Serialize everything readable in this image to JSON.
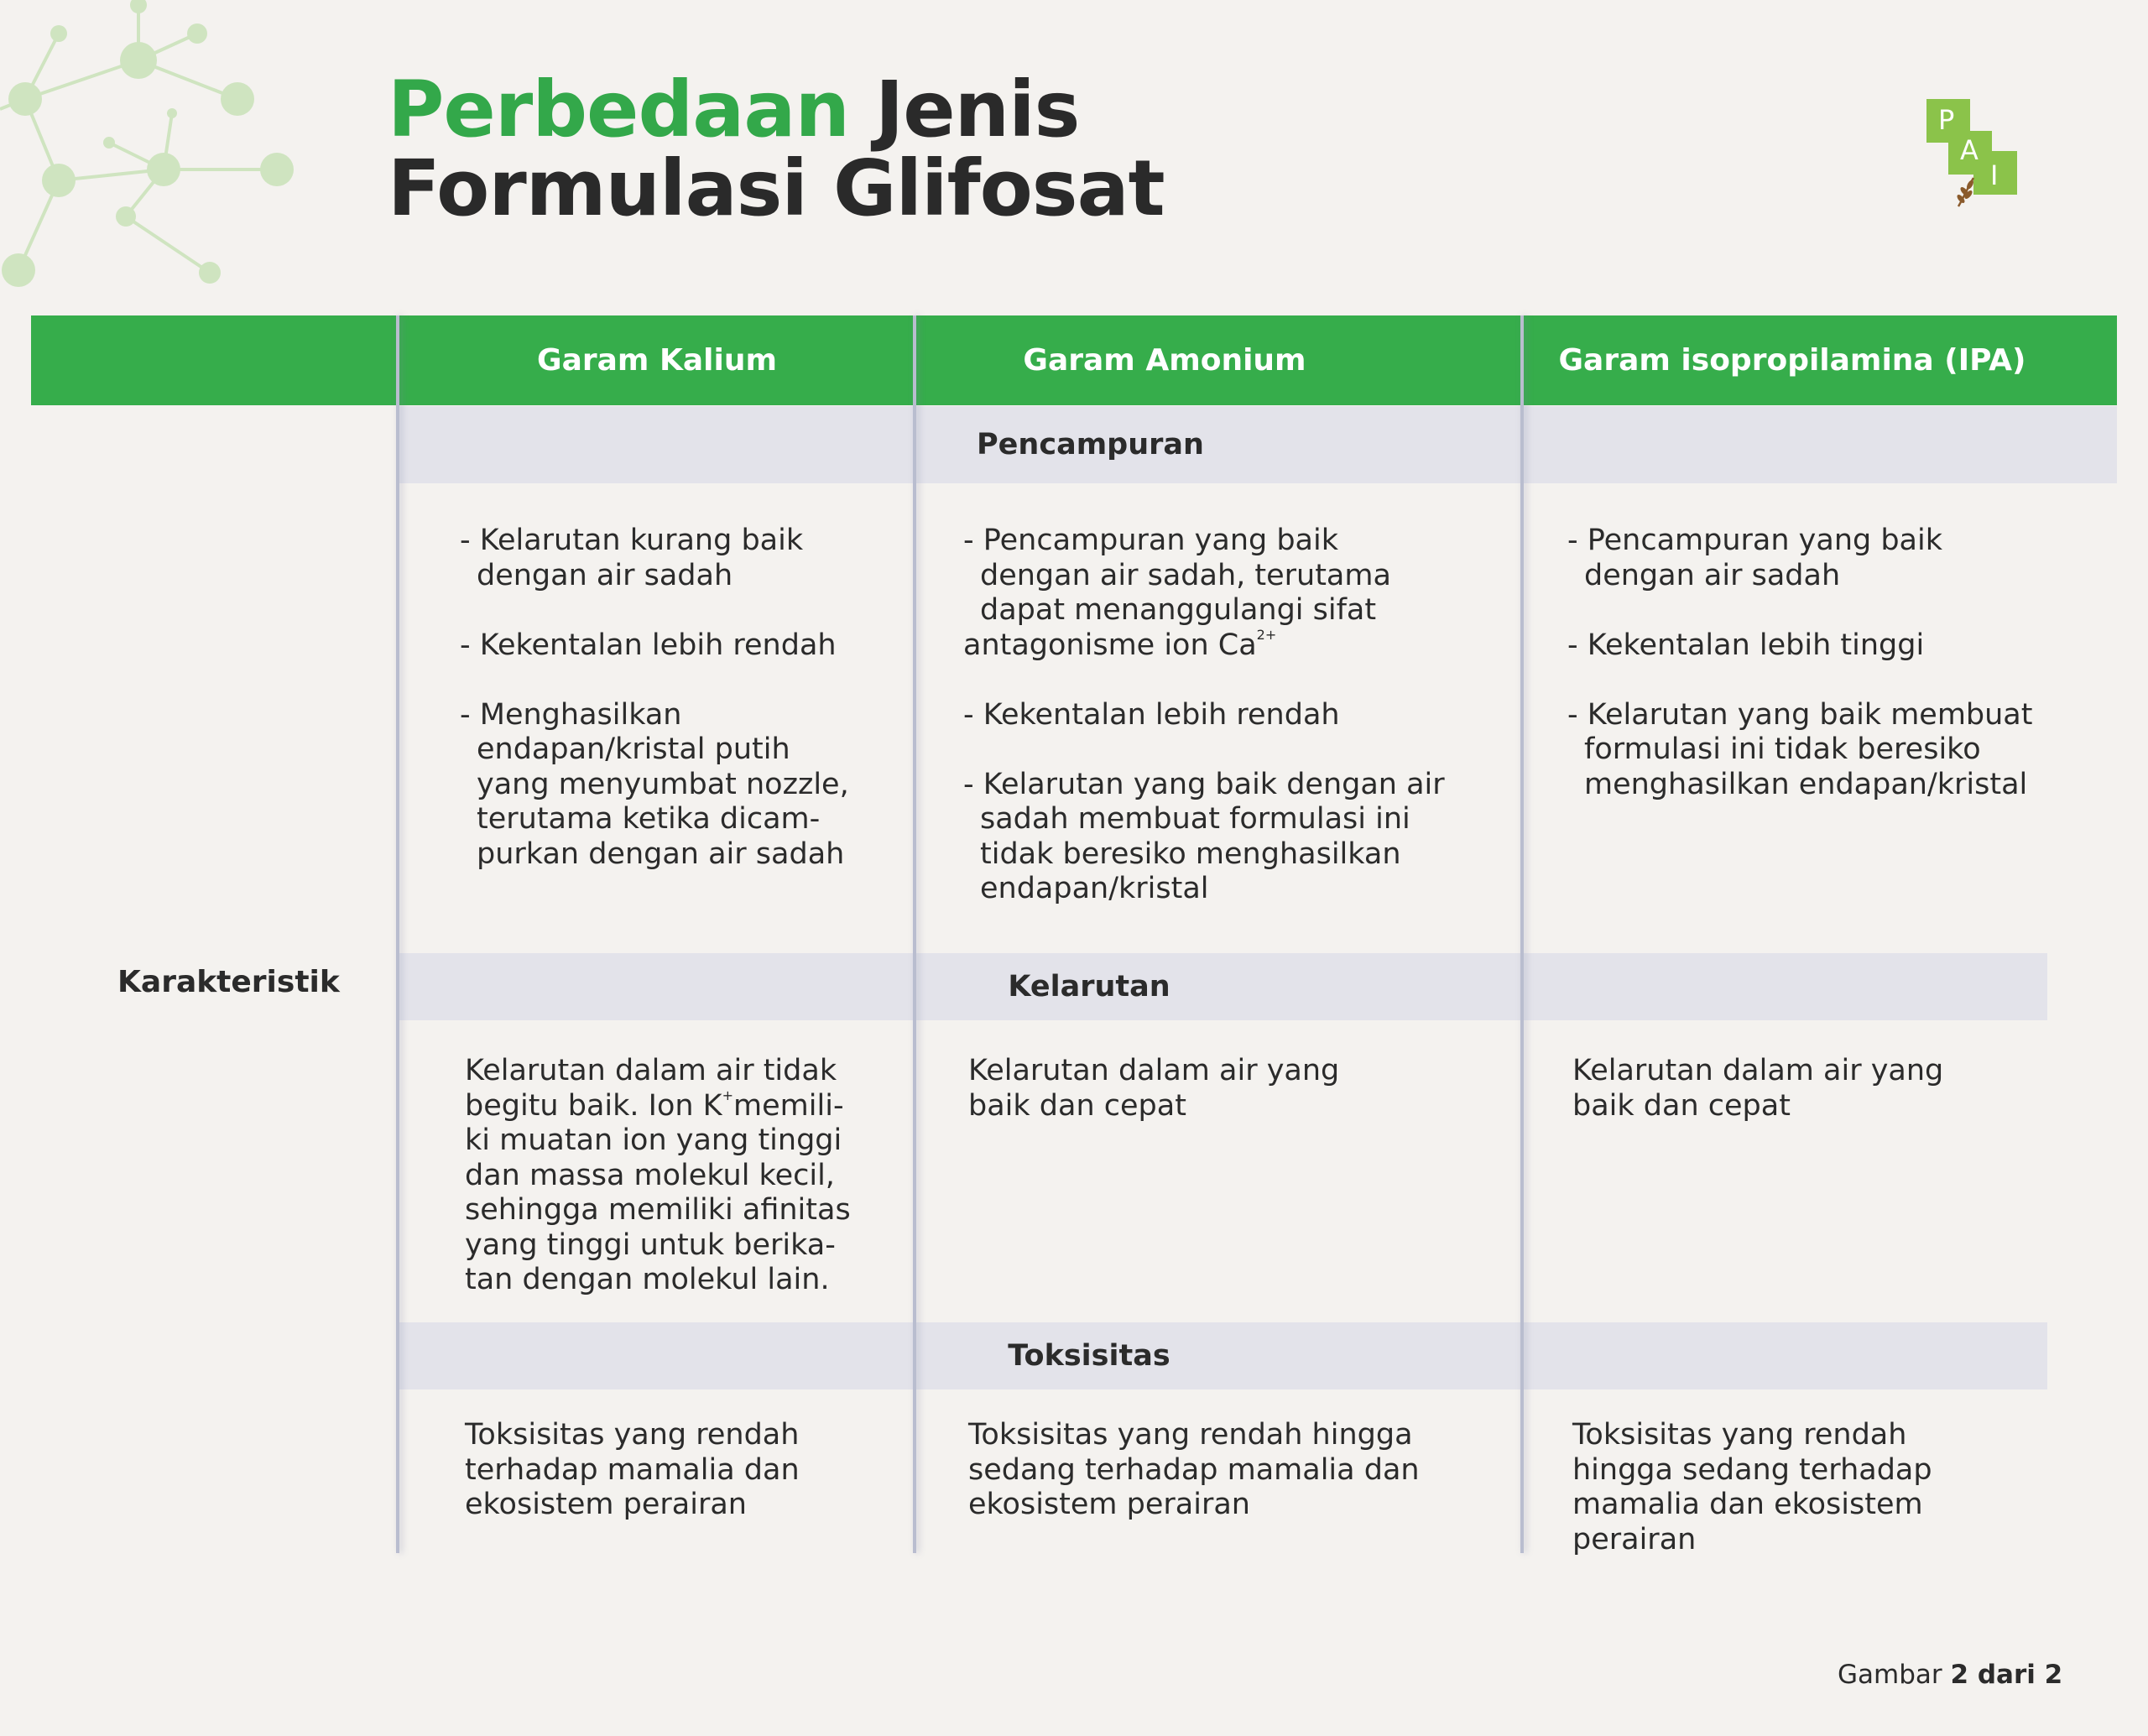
{
  "title": {
    "highlight": "Perbedaan",
    "line1_rest": " Jenis",
    "line2": "Formulasi Glifosat"
  },
  "logo": {
    "letters": [
      "P",
      "A",
      "I"
    ],
    "color": "#8bc34a"
  },
  "colors": {
    "accent": "#36ad4b",
    "band": "#e3e3ea",
    "text": "#2b2b2b"
  },
  "table": {
    "columns": [
      "Garam Kalium",
      "Garam Amonium",
      "Garam isopropilamina (IPA)"
    ],
    "row_label": "Karakteristik",
    "sections": {
      "pencampuran": {
        "label": "Pencampuran",
        "kalium": [
          "- Kelarutan kurang baik\ndengan air sadah",
          "- Kekentalan lebih rendah",
          "- Menghasilkan\nendapan/kristal putih\nyang menyumbat nozzle,\nterutama ketika dicam-\npurkan dengan air sadah"
        ],
        "amonium": {
          "b1_main": "- Pencampuran yang baik\ndengan air sadah, terutama\ndapat menanggulangi sifat",
          "b1_last": "antagonisme ion Ca",
          "b1_sup": "2+",
          "b2": "- Kekentalan lebih rendah",
          "b3": "- Kelarutan yang baik dengan air\nsadah membuat formulasi ini\ntidak beresiko menghasilkan\nendapan/kristal"
        },
        "ipa": [
          "- Pencampuran yang baik\ndengan air sadah",
          "- Kekentalan lebih tinggi",
          "- Kelarutan yang baik membuat\nformulasi ini tidak beresiko\nmenghasilkan endapan/kristal"
        ]
      },
      "kelarutan": {
        "label": "Kelarutan",
        "kalium_pre": "Kelarutan dalam air tidak\nbegitu baik. Ion K",
        "kalium_sup": "+",
        "kalium_post": "memili-\nki muatan ion yang tinggi\ndan massa molekul kecil,\nsehingga memiliki afinitas\nyang tinggi untuk berika-\ntan dengan molekul lain.",
        "amonium": "Kelarutan dalam air yang\nbaik dan cepat",
        "ipa": "Kelarutan dalam air yang\nbaik dan cepat"
      },
      "toksisitas": {
        "label": "Toksisitas",
        "kalium": "Toksisitas yang rendah\nterhadap mamalia dan\nekosistem perairan",
        "amonium": "Toksisitas yang rendah hingga\nsedang terhadap mamalia dan\nekosistem perairan",
        "ipa": "Toksisitas yang rendah\nhingga sedang terhadap\nmamalia dan ekosistem\nperairan"
      }
    }
  },
  "footer": {
    "prefix": "Gambar ",
    "page": "2 dari 2"
  }
}
